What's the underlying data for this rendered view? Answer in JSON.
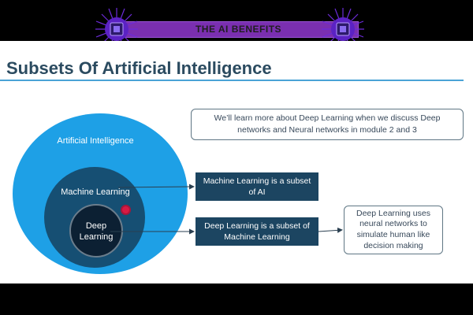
{
  "banner": {
    "title": "THE AI BENEFITS",
    "left_icon": "ai-chip-icon",
    "right_icon": "ai-chip-icon",
    "bar_color": "#7a2fb0",
    "chip_color": "#6c2bd9"
  },
  "slide": {
    "title": "Subsets Of Artificial Intelligence",
    "note": "We’ll learn more about Deep Learning when we discuss Deep networks and Neural networks in module 2 and 3",
    "circles": {
      "ai_label": "Artificial Intelligence",
      "ml_label": "Machine Learning",
      "dl_label": "Deep Learning"
    },
    "boxes": {
      "ml_text": "Machine Learning is a subset of AI",
      "dl_text": "Deep Learning is a subset of Machine Learning",
      "dl_uses_text": "Deep Learning uses neural networks to simulate human like decision making"
    },
    "colors": {
      "title": "#2b4b60",
      "accent_rule": "#4aa3d6",
      "ai_circle": "#1ea0e6",
      "ml_circle": "#164f73",
      "dl_circle": "#0c2033",
      "dark_box": "#1c4561",
      "red_dot": "#d81b44"
    }
  }
}
